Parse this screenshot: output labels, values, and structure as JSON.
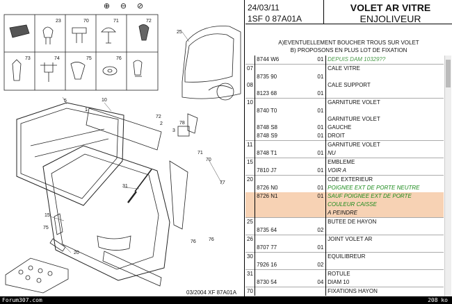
{
  "toolbar": {
    "zoom_in": "⊕",
    "zoom_out": "⊖",
    "zoom_fit": "⊘"
  },
  "diagram": {
    "reference": "03/2004  XF 87A01A",
    "callouts": [
      "23",
      "70",
      "71",
      "72",
      "73",
      "74",
      "75",
      "76",
      "25",
      "5",
      "1",
      "10",
      "72",
      "2",
      "78",
      "3",
      "71",
      "70",
      "77",
      "31",
      "15",
      "75",
      "20",
      "76",
      "76"
    ]
  },
  "status": {
    "left": "Forum307.com",
    "right": "208 ko"
  },
  "header": {
    "date": "24/03/11",
    "ref": "1SF 0 87A01A",
    "title": "VOLET AR VITRE",
    "subtitle": "ENJOLIVEUR"
  },
  "note": {
    "line1": "A)EVENTUELLEMENT BOUCHER TROUS SUR VOLET",
    "line2": "B) PROPOSONS EN PLUS LOT DE FIXATION"
  },
  "rows": [
    {
      "c1": "",
      "c2": "8744 W6",
      "c3": "01",
      "c4": "DEPUIS DAM 10329??",
      "cls": "cut"
    },
    {
      "c1": "07",
      "c2": "",
      "c3": "",
      "c4": "CALE VITRE",
      "sep": true
    },
    {
      "c1": "",
      "c2": "8735 90",
      "c3": "01",
      "c4": ""
    },
    {
      "c1": "08",
      "c2": "",
      "c3": "",
      "c4": "CALE SUPPORT"
    },
    {
      "c1": "",
      "c2": "8123 68",
      "c3": "01",
      "c4": ""
    },
    {
      "c1": "10",
      "c2": "",
      "c3": "",
      "c4": "GARNITURE VOLET",
      "sep": true
    },
    {
      "c1": "",
      "c2": "8740 T0",
      "c3": "01",
      "c4": ""
    },
    {
      "c1": "",
      "c2": "",
      "c3": "",
      "c4": "GARNITURE VOLET"
    },
    {
      "c1": "",
      "c2": "8748 S8",
      "c3": "01",
      "c4": "GAUCHE"
    },
    {
      "c1": "",
      "c2": "8748 S9",
      "c3": "01",
      "c4": "DROIT"
    },
    {
      "c1": "11",
      "c2": "",
      "c3": "",
      "c4": "GARNITURE VOLET",
      "sep": true
    },
    {
      "c1": "",
      "c2": "8748 T1",
      "c3": "01",
      "c4": "NU",
      "cls": "ital"
    },
    {
      "c1": "15",
      "c2": "",
      "c3": "",
      "c4": "EMBLEME",
      "sep": true
    },
    {
      "c1": "",
      "c2": "7810 J7",
      "c3": "01",
      "c4": "VOIR A",
      "cls": "ital"
    },
    {
      "c1": "20",
      "c2": "",
      "c3": "",
      "c4": "CDE EXTERIEUR",
      "sep": true
    },
    {
      "c1": "",
      "c2": "8726 N0",
      "c3": "01",
      "c4": "POIGNEE EXT DE PORTE NEUTRE",
      "cls": "green"
    },
    {
      "c1": "",
      "c2": "8726 N1",
      "c3": "01",
      "c4": "SAUF POIGNEE EXT DE PORTE",
      "cls": "green",
      "hl": true
    },
    {
      "c1": "",
      "c2": "",
      "c3": "",
      "c4": "COULEUR CAISSE",
      "cls": "green",
      "hl": true
    },
    {
      "c1": "",
      "c2": "",
      "c3": "",
      "c4": "A PEINDRE",
      "cls": "ital",
      "hl": true
    },
    {
      "c1": "25",
      "c2": "",
      "c3": "",
      "c4": "BUTEE DE HAYON",
      "sep": true
    },
    {
      "c1": "",
      "c2": "8735 64",
      "c3": "02",
      "c4": ""
    },
    {
      "c1": "26",
      "c2": "",
      "c3": "",
      "c4": "JOINT VOLET AR",
      "sep": true
    },
    {
      "c1": "",
      "c2": "8707 77",
      "c3": "01",
      "c4": ""
    },
    {
      "c1": "30",
      "c2": "",
      "c3": "",
      "c4": "EQUILIBREUR",
      "sep": true
    },
    {
      "c1": "",
      "c2": "7926 16",
      "c3": "02",
      "c4": ""
    },
    {
      "c1": "31",
      "c2": "",
      "c3": "",
      "c4": "ROTULE",
      "sep": true
    },
    {
      "c1": "",
      "c2": "8730 54",
      "c3": "04",
      "c4": "DIAM 10"
    },
    {
      "c1": "70",
      "c2": "",
      "c3": "",
      "c4": "FIXATIONS HAYON",
      "sep": true
    }
  ]
}
